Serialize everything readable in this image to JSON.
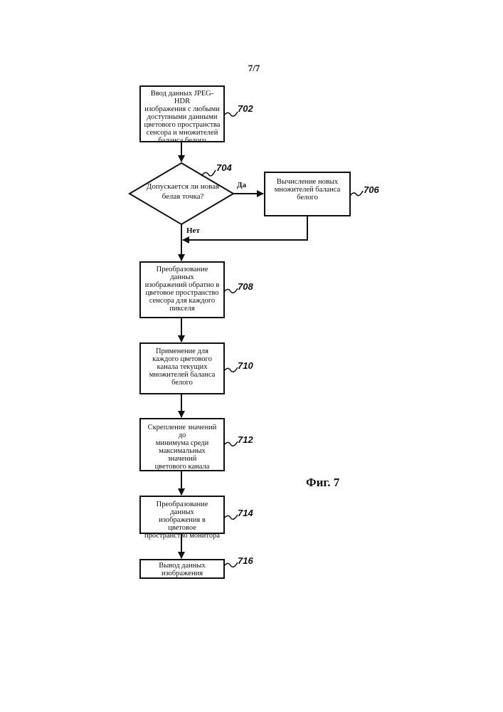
{
  "page_number": "7/7",
  "figure_caption": "Фиг. 7",
  "steps": {
    "s702": {
      "text": "Ввод данных JPEG-HDR\nизображения с любыми\nдоступными данными\nцветового пространства\nсенсора и множителей\nбаланса белого",
      "ref": "702"
    },
    "s704": {
      "text": "Допускается ли новая\nбелая точка?",
      "ref": "704"
    },
    "s706": {
      "text": "Вычисление новых\nмножителей баланса\nбелого",
      "ref": "706"
    },
    "s708": {
      "text": "Преобразование данных\nизображений обратно в\nцветовое пространство\nсенсора для каждого\nпикселя",
      "ref": "708"
    },
    "s710": {
      "text": "Применение для\nкаждого цветового\nканала текущих\nмножителей баланса\nбелого",
      "ref": "710"
    },
    "s712": {
      "text": "Скрепление значений до\nминимума среди\nмаксимальных значений\nцветового канала",
      "ref": "712"
    },
    "s714": {
      "text": "Преобразование данных\nизображения в цветовое\nпространство монитора",
      "ref": "714"
    },
    "s716": {
      "text": "Вывод данных\nизображения",
      "ref": "716"
    }
  },
  "branches": {
    "yes": "Да",
    "no": "Нет"
  }
}
